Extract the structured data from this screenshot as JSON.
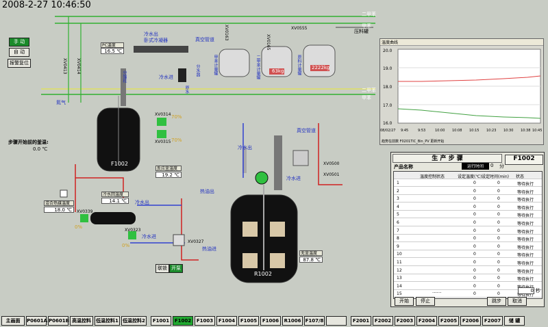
{
  "datetime": "2008-2-27 10:46:50",
  "controls": {
    "manual": "手 动",
    "auto": "自 动",
    "reset": "报警复位"
  },
  "pipes": {
    "erjiaben": "二甲苯",
    "jiaben": "甲苯",
    "jiaben2": "甲苯",
    "erjiaben2": "二甲苯",
    "nitrogen": "氮气",
    "vacuum1": "真空管道",
    "vacuum2": "真空管道",
    "yaliaoguan": "压料罐",
    "reyouchu": "热油出",
    "reyoujin": "热油进",
    "lengshuichu": "冷水出",
    "lengshuijin": "冷水进",
    "lengshuijin2": "冷水进",
    "lengshuichu2": "冷水出",
    "lengshuijin3": "冷水进"
  },
  "equipment": {
    "condenser_out": "冷水出",
    "condenser_name": "卧式冷凝器",
    "condenser_in": "冷水进",
    "separator": "分水器",
    "column": "分馏柱",
    "yuanshui": "原水",
    "reactor1": "F1002",
    "reactor2": "R1002",
    "pc_temp_label": "PC温度",
    "pc_temp": "16.5 ℃",
    "reactor_temp_label": "反应釜温度",
    "reactor_temp": "19.2 ℃",
    "mix_temp_label": "混合热媒温度",
    "mix_temp": "18.0 ℃",
    "cool_temp_label": "冷水回温度",
    "cool_temp": "14.1 ℃",
    "kettle_temp_label": "无釜温度",
    "kettle_temp": "87.8 ℃",
    "step_label": "步骤开始前的釜温:",
    "step_val": "0.0 ℃",
    "tank2_val": "63kg",
    "tank3_val": "2222kg",
    "xv0314": "XV0314",
    "xv0315": "XV0315",
    "xv0339": "XV0339",
    "xv0323": "XV0323",
    "xv0327": "XV0327",
    "xv0555": "XV0555",
    "xv0163": "XV0163",
    "xv0165": "XV0165",
    "xv0413": "XV0413",
    "xv0414": "XV0414",
    "xv0500": "XV0500",
    "xv0501": "XV0501",
    "pct70a": "70%",
    "pct70b": "70%",
    "pct0a": "0%",
    "pct0b": "0%",
    "tank1_label": "甲苯计量罐",
    "tank2_label": "二甲苯计量罐",
    "tank3_label": "原料计量罐",
    "lock": "联锁",
    "open": "开泵"
  },
  "trend": {
    "title": "温度曲线",
    "yticks": [
      "20.0",
      "19.0",
      "18.0",
      "17.0",
      "16.0"
    ],
    "xticks": [
      "08/02/27",
      "9:45",
      "9:53",
      "10:00",
      "10:08",
      "10:15",
      "10:23",
      "10:30",
      "10:38",
      "10:45"
    ],
    "footer1": "趋势在前数",
    "footer2": "F0201TIC_Bin_PV",
    "footer3": "更新开始"
  },
  "panel": {
    "title": "生 产 步 骤",
    "reactor": "F1002",
    "product_label": "产品名称",
    "runtime_label": "运行时间",
    "runtime_val": "0",
    "runtime_unit": "分",
    "cols": [
      "温度控制状态",
      "设定温度(℃)",
      "设定时间(min)",
      "状态"
    ],
    "rows": [
      {
        "n": "1",
        "t": "0",
        "m": "0",
        "s": "等待执行"
      },
      {
        "n": "2",
        "t": "0",
        "m": "0",
        "s": "等待执行"
      },
      {
        "n": "3",
        "t": "0",
        "m": "0",
        "s": "等待执行"
      },
      {
        "n": "4",
        "t": "0",
        "m": "0",
        "s": "等待执行"
      },
      {
        "n": "5",
        "t": "0",
        "m": "0",
        "s": "等待执行"
      },
      {
        "n": "6",
        "t": "0",
        "m": "0",
        "s": "等待执行"
      },
      {
        "n": "7",
        "t": "0",
        "m": "0",
        "s": "等待执行"
      },
      {
        "n": "8",
        "t": "0",
        "m": "0",
        "s": "等待执行"
      },
      {
        "n": "9",
        "t": "0",
        "m": "0",
        "s": "等待执行"
      },
      {
        "n": "10",
        "t": "0",
        "m": "0",
        "s": "等待执行"
      },
      {
        "n": "11",
        "t": "0",
        "m": "0",
        "s": "等待执行"
      },
      {
        "n": "12",
        "t": "0",
        "m": "0",
        "s": "等待执行"
      },
      {
        "n": "13",
        "t": "0",
        "m": "0",
        "s": "等待执行"
      },
      {
        "n": "14",
        "t": "0",
        "m": "0",
        "s": "等待执行"
      },
      {
        "n": "15",
        "t": "0",
        "m": "0",
        "s": "等待执行"
      }
    ],
    "dots": "......",
    "footer_val": "0",
    "footer_unit": "秒",
    "start": "开始",
    "stop": "停止",
    "jump": "跳步",
    "clear": "取消"
  },
  "bottom_buttons": [
    "主画面",
    "P0601A",
    "P0601B",
    "高温控料",
    "低温控料1",
    "低温控料2",
    "F1001",
    "F1002",
    "F1003",
    "F1004",
    "F1005",
    "F1006",
    "R1006",
    "F107/8",
    "",
    "F2001",
    "F2002",
    "F2003",
    "F2004",
    "F2005",
    "F2006",
    "F2007",
    "储 罐"
  ],
  "active_button": "F1002"
}
